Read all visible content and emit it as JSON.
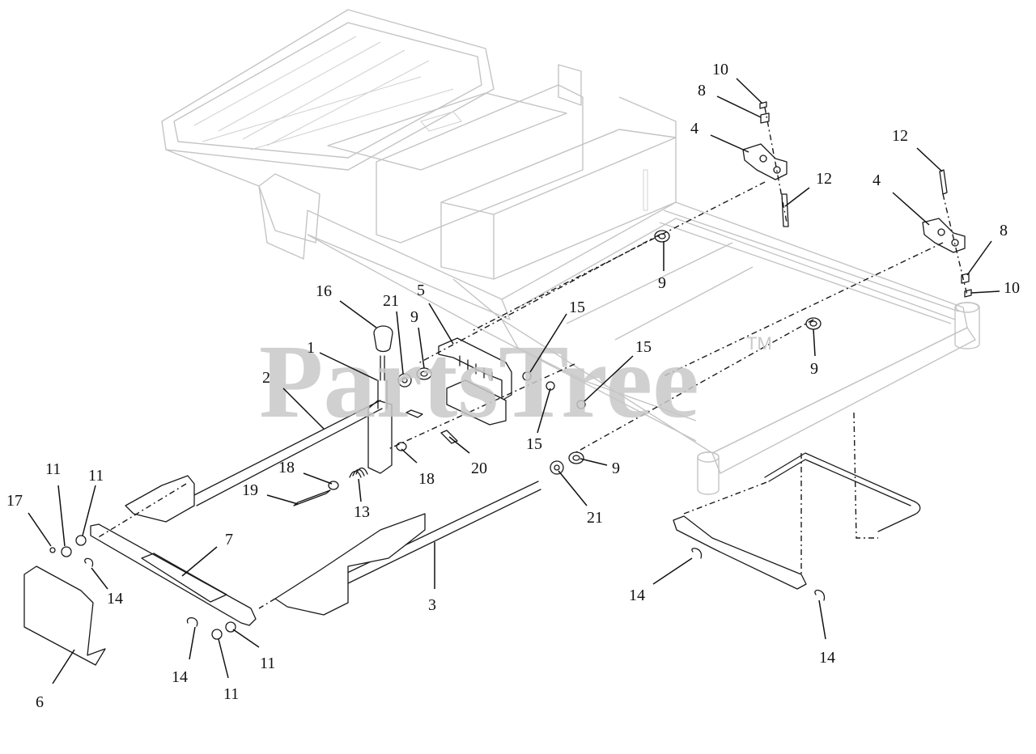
{
  "watermark": {
    "text": "PartsTree",
    "trademark": "TM"
  },
  "callouts": [
    {
      "id": "c10a",
      "label": "10"
    },
    {
      "id": "c8a",
      "label": "8"
    },
    {
      "id": "c4a",
      "label": "4"
    },
    {
      "id": "c12a",
      "label": "12"
    },
    {
      "id": "c12b",
      "label": "12"
    },
    {
      "id": "c4b",
      "label": "4"
    },
    {
      "id": "c8b",
      "label": "8"
    },
    {
      "id": "c10b",
      "label": "10"
    },
    {
      "id": "c9a",
      "label": "9"
    },
    {
      "id": "c9b",
      "label": "9"
    },
    {
      "id": "c16",
      "label": "16"
    },
    {
      "id": "c21a",
      "label": "21"
    },
    {
      "id": "c9c",
      "label": "9"
    },
    {
      "id": "c5",
      "label": "5"
    },
    {
      "id": "c15a",
      "label": "15"
    },
    {
      "id": "c15b",
      "label": "15"
    },
    {
      "id": "c1",
      "label": "1"
    },
    {
      "id": "c2",
      "label": "2"
    },
    {
      "id": "c15c",
      "label": "15"
    },
    {
      "id": "c20",
      "label": "20"
    },
    {
      "id": "c18a",
      "label": "18"
    },
    {
      "id": "c18b",
      "label": "18"
    },
    {
      "id": "c19",
      "label": "19"
    },
    {
      "id": "c13",
      "label": "13"
    },
    {
      "id": "c9d",
      "label": "9"
    },
    {
      "id": "c21b",
      "label": "21"
    },
    {
      "id": "c17",
      "label": "17"
    },
    {
      "id": "c11a",
      "label": "11"
    },
    {
      "id": "c11b",
      "label": "11"
    },
    {
      "id": "c7",
      "label": "7"
    },
    {
      "id": "c14a",
      "label": "14"
    },
    {
      "id": "c3",
      "label": "3"
    },
    {
      "id": "c14b",
      "label": "14"
    },
    {
      "id": "c14c",
      "label": "14"
    },
    {
      "id": "c14d",
      "label": "14"
    },
    {
      "id": "c11c",
      "label": "11"
    },
    {
      "id": "c11d",
      "label": "11"
    },
    {
      "id": "c6",
      "label": "6"
    }
  ]
}
